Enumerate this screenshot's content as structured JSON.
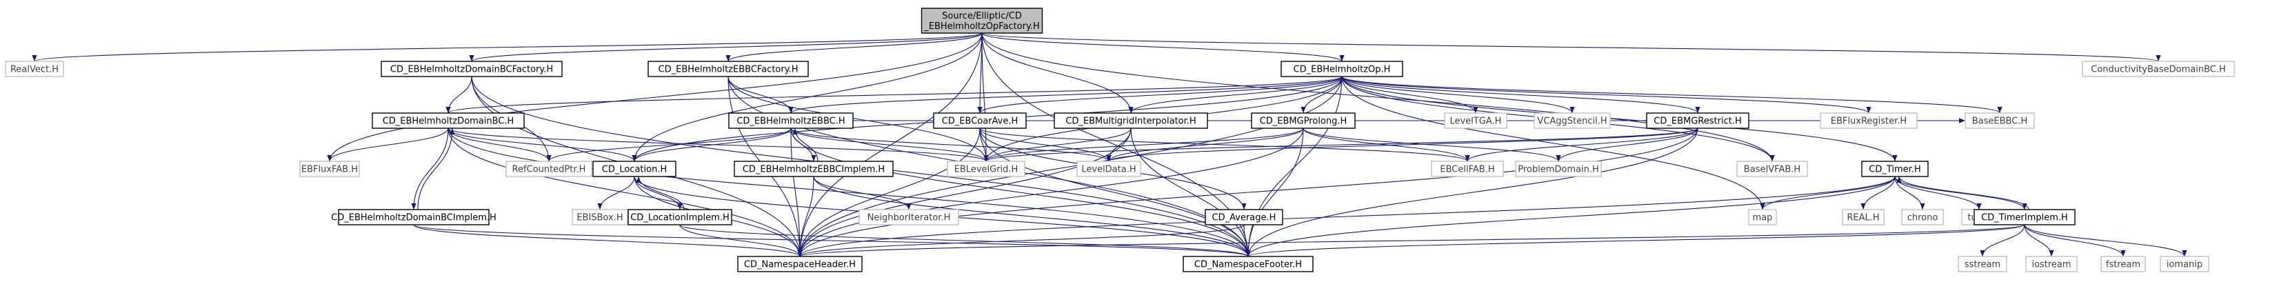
{
  "diagram": {
    "root": "n0",
    "nodes": [
      {
        "id": "n0",
        "lines": [
          "Source/Elliptic/CD",
          "_EBHelmholtzOpFactory.H"
        ],
        "style": "root"
      },
      {
        "id": "n1",
        "lines": [
          "RealVect.H"
        ],
        "style": "grey"
      },
      {
        "id": "n2",
        "lines": [
          "CD_EBHelmholtzDomainBCFactory.H"
        ],
        "style": "solid"
      },
      {
        "id": "n3",
        "lines": [
          "CD_EBHelmholtzEBBCFactory.H"
        ],
        "style": "solid"
      },
      {
        "id": "n4",
        "lines": [
          "CD_EBHelmholtzOp.H"
        ],
        "style": "solid"
      },
      {
        "id": "n5",
        "lines": [
          "ConductivityBaseDomainBC.H"
        ],
        "style": "grey"
      },
      {
        "id": "n6",
        "lines": [
          "CD_EBHelmholtzDomainBC.H"
        ],
        "style": "solid"
      },
      {
        "id": "n7",
        "lines": [
          "CD_EBHelmholtzEBBC.H"
        ],
        "style": "solid"
      },
      {
        "id": "n8",
        "lines": [
          "CD_EBCoarAve.H"
        ],
        "style": "solid"
      },
      {
        "id": "n9",
        "lines": [
          "CD_EBMultigridInterpolator.H"
        ],
        "style": "solid"
      },
      {
        "id": "n10",
        "lines": [
          "CD_EBMGProlong.H"
        ],
        "style": "solid"
      },
      {
        "id": "n11",
        "lines": [
          "LevelTGA.H"
        ],
        "style": "grey"
      },
      {
        "id": "n12",
        "lines": [
          "VCAggStencil.H"
        ],
        "style": "grey"
      },
      {
        "id": "n13",
        "lines": [
          "CD_EBMGRestrict.H"
        ],
        "style": "solid"
      },
      {
        "id": "n14",
        "lines": [
          "EBFluxRegister.H"
        ],
        "style": "grey"
      },
      {
        "id": "n15",
        "lines": [
          "BaseEBBC.H"
        ],
        "style": "grey"
      },
      {
        "id": "n16",
        "lines": [
          "EBFluxFAB.H"
        ],
        "style": "grey"
      },
      {
        "id": "n17",
        "lines": [
          "RefCountedPtr.H"
        ],
        "style": "grey"
      },
      {
        "id": "n18",
        "lines": [
          "CD_Location.H"
        ],
        "style": "solid"
      },
      {
        "id": "n19",
        "lines": [
          "CD_EBHelmholtzEBBCImplem.H"
        ],
        "style": "solid"
      },
      {
        "id": "n20",
        "lines": [
          "EBLevelGrid.H"
        ],
        "style": "grey"
      },
      {
        "id": "n21",
        "lines": [
          "LevelData.H"
        ],
        "style": "grey"
      },
      {
        "id": "n22",
        "lines": [
          "EBCellFAB.H"
        ],
        "style": "grey"
      },
      {
        "id": "n23",
        "lines": [
          "ProblemDomain.H"
        ],
        "style": "grey"
      },
      {
        "id": "n24",
        "lines": [
          "BaseIVFAB.H"
        ],
        "style": "grey"
      },
      {
        "id": "n25",
        "lines": [
          "CD_Timer.H"
        ],
        "style": "solid"
      },
      {
        "id": "n26",
        "lines": [
          "EBISBox.H"
        ],
        "style": "grey"
      },
      {
        "id": "n27",
        "lines": [
          "CD_LocationImplem.H"
        ],
        "style": "solid"
      },
      {
        "id": "n28",
        "lines": [
          "NeighborIterator.H"
        ],
        "style": "grey"
      },
      {
        "id": "n29",
        "lines": [
          "CD_Average.H"
        ],
        "style": "solid"
      },
      {
        "id": "n30",
        "lines": [
          "map"
        ],
        "style": "grey"
      },
      {
        "id": "n31",
        "lines": [
          "REAL.H"
        ],
        "style": "grey"
      },
      {
        "id": "n32",
        "lines": [
          "chrono"
        ],
        "style": "grey"
      },
      {
        "id": "n33",
        "lines": [
          "tuple"
        ],
        "style": "grey"
      },
      {
        "id": "n34",
        "lines": [
          "CD_TimerImplem.H"
        ],
        "style": "solid"
      },
      {
        "id": "n35",
        "lines": [
          "CD_EBHelmholtzDomainBCImplem.H"
        ],
        "style": "solid"
      },
      {
        "id": "n36",
        "lines": [
          "CD_NamespaceHeader.H"
        ],
        "style": "solid"
      },
      {
        "id": "n37",
        "lines": [
          "CD_NamespaceFooter.H"
        ],
        "style": "solid"
      },
      {
        "id": "n38",
        "lines": [
          "sstream"
        ],
        "style": "grey"
      },
      {
        "id": "n39",
        "lines": [
          "iostream"
        ],
        "style": "grey"
      },
      {
        "id": "n40",
        "lines": [
          "fstream"
        ],
        "style": "grey"
      },
      {
        "id": "n41",
        "lines": [
          "iomanip"
        ],
        "style": "grey"
      }
    ],
    "edges": [
      [
        "n0",
        "n1"
      ],
      [
        "n0",
        "n2"
      ],
      [
        "n0",
        "n3"
      ],
      [
        "n0",
        "n4"
      ],
      [
        "n0",
        "n5"
      ],
      [
        "n0",
        "n8"
      ],
      [
        "n0",
        "n9"
      ],
      [
        "n0",
        "n16"
      ],
      [
        "n0",
        "n18"
      ],
      [
        "n0",
        "n20"
      ],
      [
        "n0",
        "n24"
      ],
      [
        "n0",
        "n36"
      ],
      [
        "n0",
        "n37"
      ],
      [
        "n2",
        "n6"
      ],
      [
        "n2",
        "n17"
      ],
      [
        "n2",
        "n36"
      ],
      [
        "n2",
        "n37"
      ],
      [
        "n3",
        "n7"
      ],
      [
        "n3",
        "n20"
      ],
      [
        "n3",
        "n36"
      ],
      [
        "n3",
        "n37"
      ],
      [
        "n4",
        "n6"
      ],
      [
        "n4",
        "n7"
      ],
      [
        "n4",
        "n8"
      ],
      [
        "n4",
        "n9"
      ],
      [
        "n4",
        "n10"
      ],
      [
        "n4",
        "n11"
      ],
      [
        "n4",
        "n12"
      ],
      [
        "n4",
        "n13"
      ],
      [
        "n4",
        "n14"
      ],
      [
        "n4",
        "n15"
      ],
      [
        "n4",
        "n18"
      ],
      [
        "n4",
        "n20"
      ],
      [
        "n4",
        "n24"
      ],
      [
        "n4",
        "n25"
      ],
      [
        "n4",
        "n30"
      ],
      [
        "n4",
        "n36"
      ],
      [
        "n4",
        "n37"
      ],
      [
        "n6",
        "n16"
      ],
      [
        "n6",
        "n17"
      ],
      [
        "n6",
        "n18"
      ],
      [
        "n6",
        "n20"
      ],
      [
        "n6",
        "n35"
      ],
      [
        "n6",
        "n36"
      ],
      [
        "n6",
        "n37"
      ],
      [
        "n7",
        "n15"
      ],
      [
        "n7",
        "n17"
      ],
      [
        "n7",
        "n18"
      ],
      [
        "n7",
        "n19"
      ],
      [
        "n7",
        "n20"
      ],
      [
        "n7",
        "n21"
      ],
      [
        "n7",
        "n36"
      ],
      [
        "n7",
        "n37"
      ],
      [
        "n8",
        "n20"
      ],
      [
        "n8",
        "n21"
      ],
      [
        "n8",
        "n22"
      ],
      [
        "n8",
        "n29"
      ],
      [
        "n8",
        "n36"
      ],
      [
        "n8",
        "n37"
      ],
      [
        "n9",
        "n20"
      ],
      [
        "n9",
        "n21"
      ],
      [
        "n9",
        "n36"
      ],
      [
        "n9",
        "n37"
      ],
      [
        "n10",
        "n20"
      ],
      [
        "n10",
        "n21"
      ],
      [
        "n10",
        "n22"
      ],
      [
        "n10",
        "n23"
      ],
      [
        "n10",
        "n36"
      ],
      [
        "n10",
        "n37"
      ],
      [
        "n13",
        "n20"
      ],
      [
        "n13",
        "n21"
      ],
      [
        "n13",
        "n22"
      ],
      [
        "n13",
        "n23"
      ],
      [
        "n13",
        "n36"
      ],
      [
        "n13",
        "n37"
      ],
      [
        "n18",
        "n26"
      ],
      [
        "n18",
        "n27"
      ],
      [
        "n18",
        "n36"
      ],
      [
        "n18",
        "n37"
      ],
      [
        "n19",
        "n7"
      ],
      [
        "n19",
        "n28"
      ],
      [
        "n19",
        "n36"
      ],
      [
        "n19",
        "n37"
      ],
      [
        "n25",
        "n30"
      ],
      [
        "n25",
        "n31"
      ],
      [
        "n25",
        "n32"
      ],
      [
        "n25",
        "n33"
      ],
      [
        "n25",
        "n34"
      ],
      [
        "n25",
        "n36"
      ],
      [
        "n25",
        "n37"
      ],
      [
        "n27",
        "n18"
      ],
      [
        "n27",
        "n36"
      ],
      [
        "n27",
        "n37"
      ],
      [
        "n29",
        "n36"
      ],
      [
        "n29",
        "n37"
      ],
      [
        "n34",
        "n25"
      ],
      [
        "n34",
        "n36"
      ],
      [
        "n34",
        "n37"
      ],
      [
        "n34",
        "n38"
      ],
      [
        "n34",
        "n39"
      ],
      [
        "n34",
        "n40"
      ],
      [
        "n34",
        "n41"
      ],
      [
        "n35",
        "n6"
      ],
      [
        "n35",
        "n36"
      ],
      [
        "n35",
        "n37"
      ]
    ]
  }
}
